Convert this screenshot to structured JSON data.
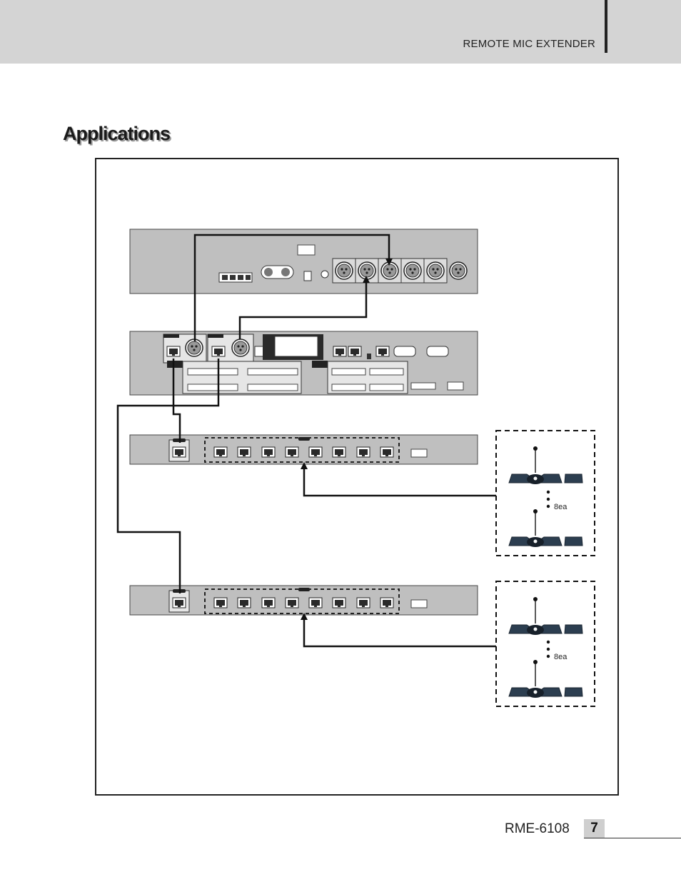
{
  "header": {
    "title": "REMOTE MIC EXTENDER"
  },
  "page": {
    "heading": "Applications"
  },
  "diagram": {
    "mic_group_1_count": "8ea",
    "mic_group_2_count": "8ea"
  },
  "footer": {
    "model": "RME-6108",
    "page_number": "7"
  }
}
